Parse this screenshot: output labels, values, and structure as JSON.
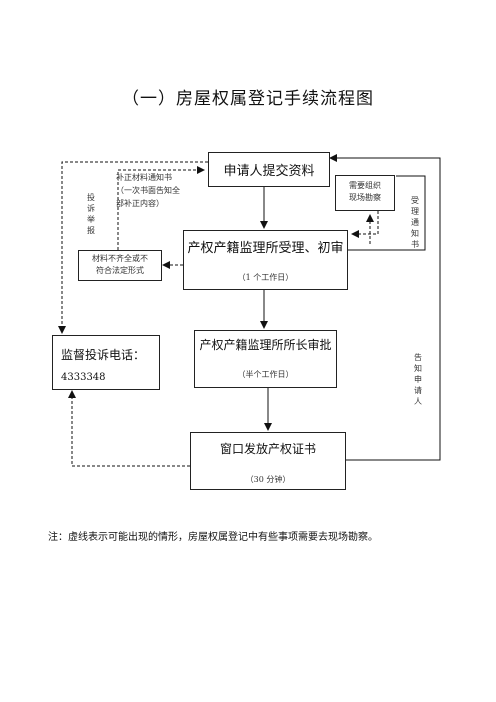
{
  "title": "（一）房屋权属登记手续流程图",
  "boxes": {
    "submit": "申请人提交资料",
    "review": "产权产籍监理所受理、初审",
    "review_days": "（1 个工作日）",
    "approve": "产权产籍监理所所长审批",
    "approve_days": "（半个工作日）",
    "issue": "窗口发放产权证书",
    "issue_minutes": "（30 分钟）",
    "site": "需要组织\n现场勘察",
    "incomplete": "材料不齐全或不\n符合法定形式",
    "hotline_label": "监督投诉电话：",
    "hotline_number": "4333348"
  },
  "labels": {
    "supplement": "补正材料通知书\n（一次书面告知全\n部补正内容）",
    "complaint": "投诉举报",
    "accept_notice": "受理通知书",
    "notify_applicant": "告知申请人"
  },
  "note": "注：虚线表示可能出现的情形，房屋权属登记中有些事项需要去现场勘察。"
}
